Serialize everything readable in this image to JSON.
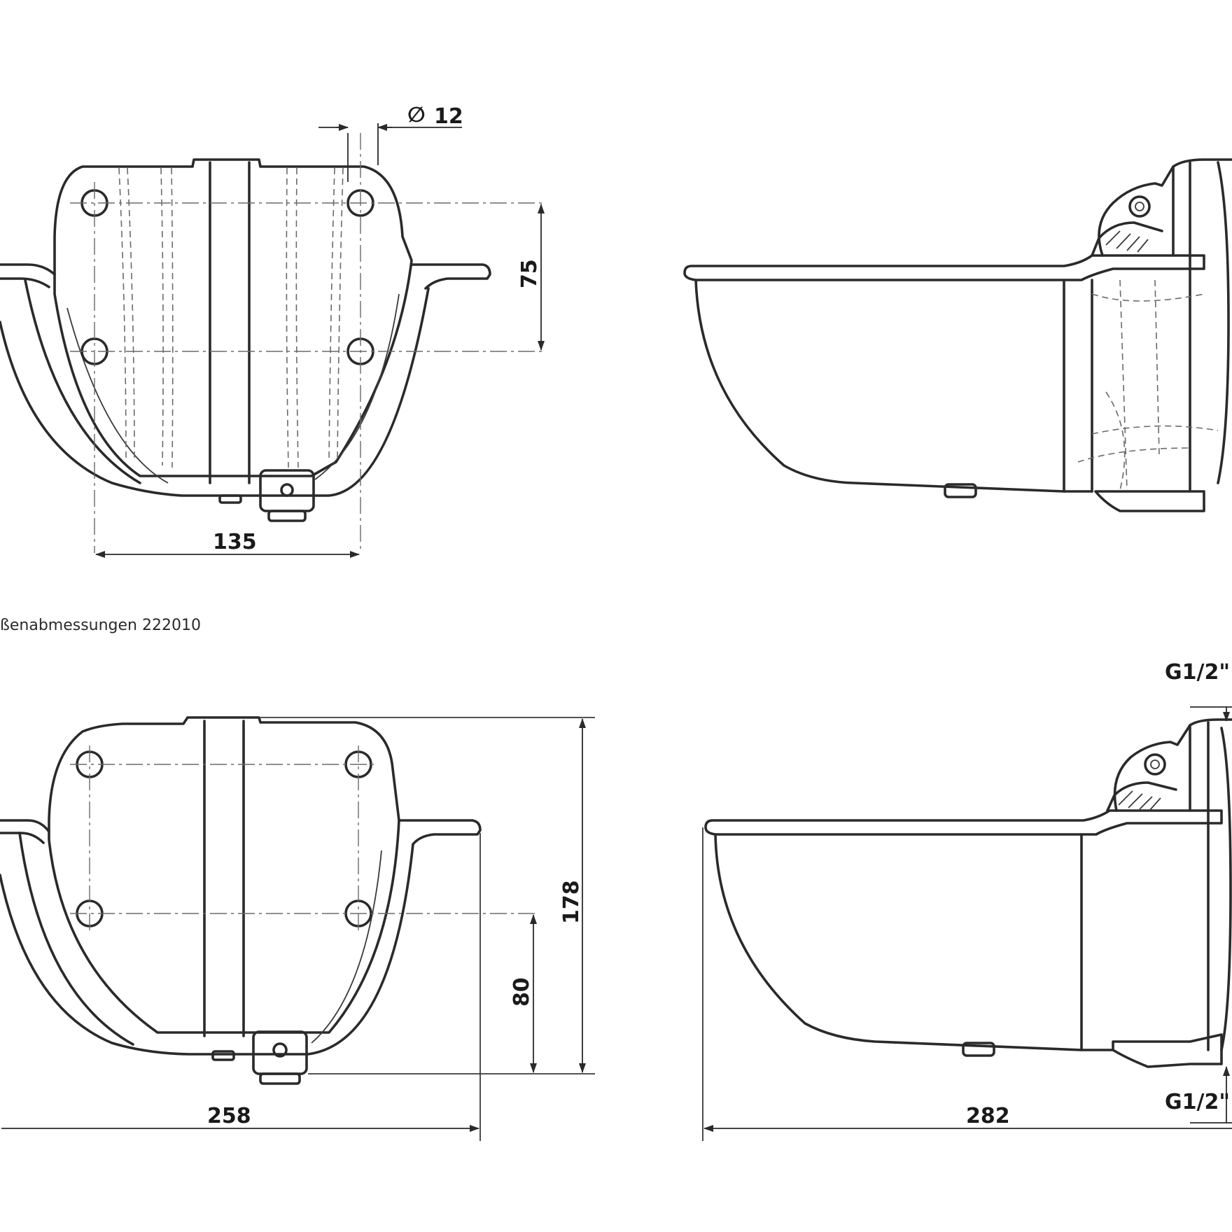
{
  "caption": "ßenabmessungen 222010",
  "top_front": {
    "dim_diameter_symbol": "∅",
    "dim_diameter_value": "12",
    "dim_height": "75",
    "dim_width": "135"
  },
  "bottom_front": {
    "dim_width": "258",
    "dim_height_small": "80",
    "dim_height_total": "178"
  },
  "bottom_side": {
    "thread_top": "G1/2\"",
    "thread_bottom": "G1/2\"",
    "dim_length": "282"
  }
}
